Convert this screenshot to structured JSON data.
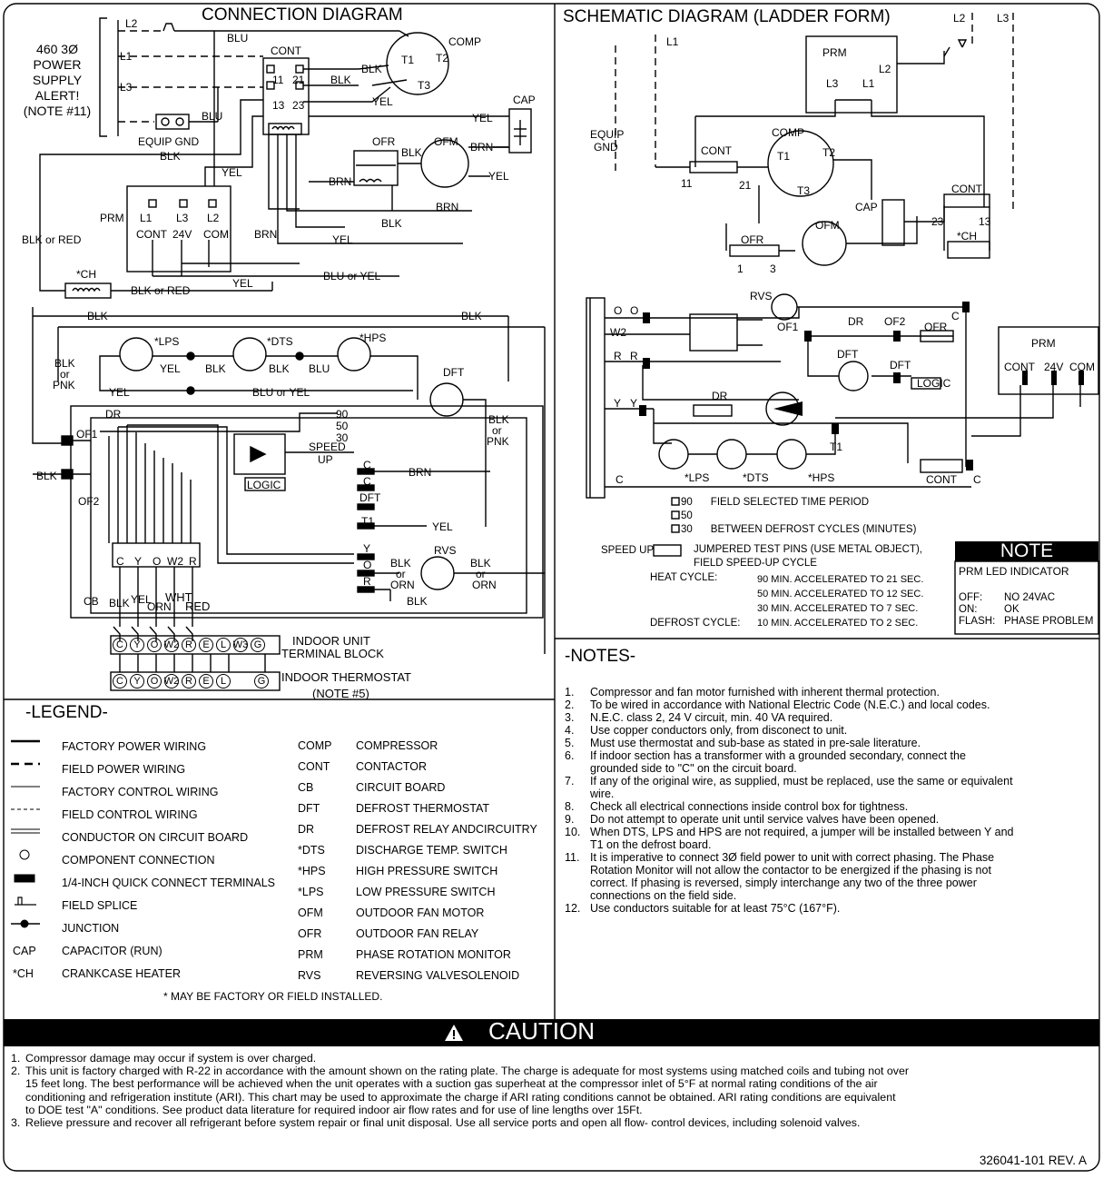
{
  "connection": {
    "title": "CONNECTION DIAGRAM",
    "power_supply": [
      "460 3Ø",
      "POWER",
      "SUPPLY",
      "ALERT!",
      "(NOTE #11)"
    ],
    "labels": [
      "L2",
      "BLU",
      "L1",
      "L3",
      "CONT",
      "COMP",
      "T1",
      "T2",
      "T3",
      "11",
      "21",
      "13",
      "23",
      "BLK",
      "BLK",
      "YEL",
      "CAP",
      "YEL",
      "BLU",
      "EQUIP GND",
      "OFR",
      "OFM",
      "BLK",
      "BRN",
      "YEL",
      "BLK",
      "YEL",
      "BRN",
      "PRM",
      "L1",
      "L3",
      "L2",
      "CONT",
      "24V",
      "COM",
      "BRN",
      "BLK",
      "BRN",
      "YEL",
      "BLK or RED",
      "*CH",
      "BLK or RED",
      "YEL",
      "BLU or YEL",
      "BLK",
      "BLK",
      "*LPS",
      "*DTS",
      "*HPS",
      "YEL",
      "BLK",
      "BLK",
      "BLU",
      "BLK",
      "or",
      "PNK",
      "YEL",
      "BLU or YEL",
      "DFT",
      "BLK",
      "or",
      "PNK",
      "DR",
      "90",
      "50",
      "30",
      "SPEED",
      "UP",
      "OF1",
      "BLK",
      "OF2",
      "LOGIC",
      "C",
      "BRN",
      "C",
      "DFT",
      "T1",
      "YEL",
      "Y",
      "O",
      "R",
      "RVS",
      "BLK",
      "or",
      "ORN",
      "BLK",
      "or",
      "ORN",
      "BLK",
      "C",
      "Y",
      "O",
      "W2",
      "R",
      "CB",
      "BLK",
      "YEL",
      "ORN",
      "WHT",
      "RED",
      "INDOOR UNIT",
      "TERMINAL BLOCK",
      "INDOOR THERMOSTAT",
      "(NOTE #5)"
    ],
    "terminals_indoor": [
      "C",
      "Y",
      "O",
      "W2",
      "R",
      "E",
      "L",
      "W3",
      "G"
    ],
    "terminals_thermostat": [
      "C",
      "Y",
      "O",
      "W2",
      "R",
      "E",
      "L",
      "G"
    ]
  },
  "schematic": {
    "title": "SCHEMATIC DIAGRAM  (LADDER FORM)",
    "labels": [
      "L2",
      "L3",
      "L1",
      "PRM",
      "L2",
      "L3",
      "L1",
      "EQUIP",
      "GND",
      "COMP",
      "CONT",
      "T1",
      "T2",
      "T3",
      "11",
      "21",
      "CAP",
      "CONT",
      "23",
      "13",
      "*CH",
      "OFR",
      "OFM",
      "1",
      "3",
      "RVS",
      "O",
      "O",
      "W2",
      "R",
      "R",
      "OF1",
      "DR",
      "OF2",
      "OFR",
      "C",
      "DFT",
      "DFT",
      "LOGIC",
      "Y",
      "Y",
      "DR",
      "T1",
      "C",
      "*LPS",
      "*DTS",
      "*HPS",
      "CONT",
      "C",
      "PRM",
      "CONT",
      "24V",
      "COM"
    ],
    "legend": {
      "periods": [
        "90",
        "50",
        "30"
      ],
      "field_selected": "FIELD SELECTED TIME PERIOD",
      "between": "BETWEEN DEFROST CYCLES (MINUTES)",
      "speed_up": "SPEED UP",
      "jumpered": "JUMPERED TEST PINS (USE METAL OBJECT),",
      "field_speed": "FIELD SPEED-UP CYCLE",
      "heat_cycle": "HEAT CYCLE:",
      "heat_lines": [
        "90 MIN. ACCELERATED TO 21 SEC.",
        "50 MIN. ACCELERATED TO 12 SEC.",
        "30 MIN. ACCELERATED TO 7 SEC."
      ],
      "defrost_cycle": "DEFROST CYCLE:",
      "defrost_line": "10 MIN. ACCELERATED TO 2 SEC."
    },
    "note_box": {
      "title": "NOTE",
      "subtitle": "PRM LED INDICATOR",
      "rows": [
        {
          "state": "OFF:",
          "desc": "NO 24VAC"
        },
        {
          "state": "ON:",
          "desc": "OK"
        },
        {
          "state": "FLASH:",
          "desc": "PHASE PROBLEM"
        }
      ]
    }
  },
  "legend": {
    "title": "-LEGEND-",
    "left": [
      {
        "sym": "",
        "text": "FACTORY POWER WIRING"
      },
      {
        "sym": "",
        "text": "FIELD POWER WIRING"
      },
      {
        "sym": "",
        "text": "FACTORY CONTROL WIRING"
      },
      {
        "sym": "",
        "text": "FIELD CONTROL WIRING"
      },
      {
        "sym": "",
        "text": "CONDUCTOR ON CIRCUIT BOARD"
      },
      {
        "sym": "",
        "text": "COMPONENT CONNECTION"
      },
      {
        "sym": "",
        "text": "1/4-INCH QUICK CONNECT TERMINALS"
      },
      {
        "sym": "",
        "text": "FIELD SPLICE"
      },
      {
        "sym": "",
        "text": "JUNCTION"
      },
      {
        "sym": "CAP",
        "text": "CAPACITOR (RUN)"
      },
      {
        "sym": "*CH",
        "text": "CRANKCASE HEATER"
      }
    ],
    "right": [
      {
        "abbr": "COMP",
        "text": "COMPRESSOR"
      },
      {
        "abbr": "CONT",
        "text": "CONTACTOR"
      },
      {
        "abbr": "CB",
        "text": "CIRCUIT BOARD"
      },
      {
        "abbr": "DFT",
        "text": "DEFROST THERMOSTAT"
      },
      {
        "abbr": "DR",
        "text": "DEFROST RELAY ANDCIRCUITRY"
      },
      {
        "abbr": "*DTS",
        "text": "DISCHARGE TEMP. SWITCH"
      },
      {
        "abbr": "*HPS",
        "text": "HIGH PRESSURE SWITCH"
      },
      {
        "abbr": "*LPS",
        "text": "LOW PRESSURE SWITCH"
      },
      {
        "abbr": "OFM",
        "text": "OUTDOOR FAN MOTOR"
      },
      {
        "abbr": "OFR",
        "text": "OUTDOOR FAN RELAY"
      },
      {
        "abbr": "PRM",
        "text": "PHASE ROTATION MONITOR"
      },
      {
        "abbr": "RVS",
        "text": "REVERSING VALVESOLENOID"
      }
    ],
    "footnote": "* MAY BE FACTORY OR FIELD INSTALLED."
  },
  "notes": {
    "title": "-NOTES-",
    "items": [
      {
        "n": "1.",
        "lines": [
          "Compressor and fan motor furnished with inherent thermal protection."
        ]
      },
      {
        "n": "2.",
        "lines": [
          "To be wired in accordance with National Electric Code (N.E.C.) and local codes."
        ]
      },
      {
        "n": "3.",
        "lines": [
          "N.E.C. class 2, 24 V circuit, min. 40 VA required."
        ]
      },
      {
        "n": "4.",
        "lines": [
          "Use copper conductors only, from disconect to unit."
        ]
      },
      {
        "n": "5.",
        "lines": [
          "Must use thermostat and sub-base as stated in pre-sale literature."
        ]
      },
      {
        "n": "6.",
        "lines": [
          "If indoor section has a transformer with a grounded secondary, connect the",
          "grounded side to \"C\" on the circuit board."
        ]
      },
      {
        "n": "7.",
        "lines": [
          "If any of the original wire, as supplied, must be replaced, use the same or equivalent",
          "wire."
        ]
      },
      {
        "n": "8.",
        "lines": [
          "Check all electrical connections inside control box for tightness."
        ]
      },
      {
        "n": "9.",
        "lines": [
          "Do not attempt to operate unit until service valves have been opened."
        ]
      },
      {
        "n": "10.",
        "lines": [
          "When DTS, LPS and HPS are not required, a jumper will be installed between Y and",
          "T1 on the defrost board."
        ]
      },
      {
        "n": "11.",
        "lines": [
          "It is imperative to connect 3Ø field power to unit with correct phasing. The Phase",
          "Rotation Monitor will not allow the contactor to be energized if the phasing is not",
          "correct.  If phasing is reversed, simply interchange any two of the three power",
          "connections on the field side."
        ]
      },
      {
        "n": "12.",
        "lines": [
          "Use conductors suitable for at least 75°C (167°F)."
        ]
      }
    ]
  },
  "caution": {
    "title": "CAUTION",
    "items": [
      {
        "n": "1.",
        "lines": [
          "Compressor damage may occur if system is over charged."
        ]
      },
      {
        "n": "2.",
        "lines": [
          "This unit is factory charged with R-22 in accordance with the amount shown on the rating plate. The charge is adequate for most systems using matched coils and tubing not over",
          "15 feet long.  The best performance will be achieved when the unit operates with a suction gas superheat at the compressor inlet of 5°F at normal rating conditions of the air",
          "conditioning and refrigeration institute (ARI). This chart may be used to approximate the charge if ARI rating conditions cannot be obtained.  ARI rating conditions are equivalent",
          "to DOE test \"A\" conditions. See product data literature for required indoor air flow rates and for use of line lengths over 15Ft."
        ]
      },
      {
        "n": "3.",
        "lines": [
          "Relieve pressure and recover all refrigerant before system repair or final unit disposal. Use all service ports and open all flow- control devices, including solenoid valves."
        ]
      }
    ],
    "part_number": "326041-101 REV. A"
  }
}
